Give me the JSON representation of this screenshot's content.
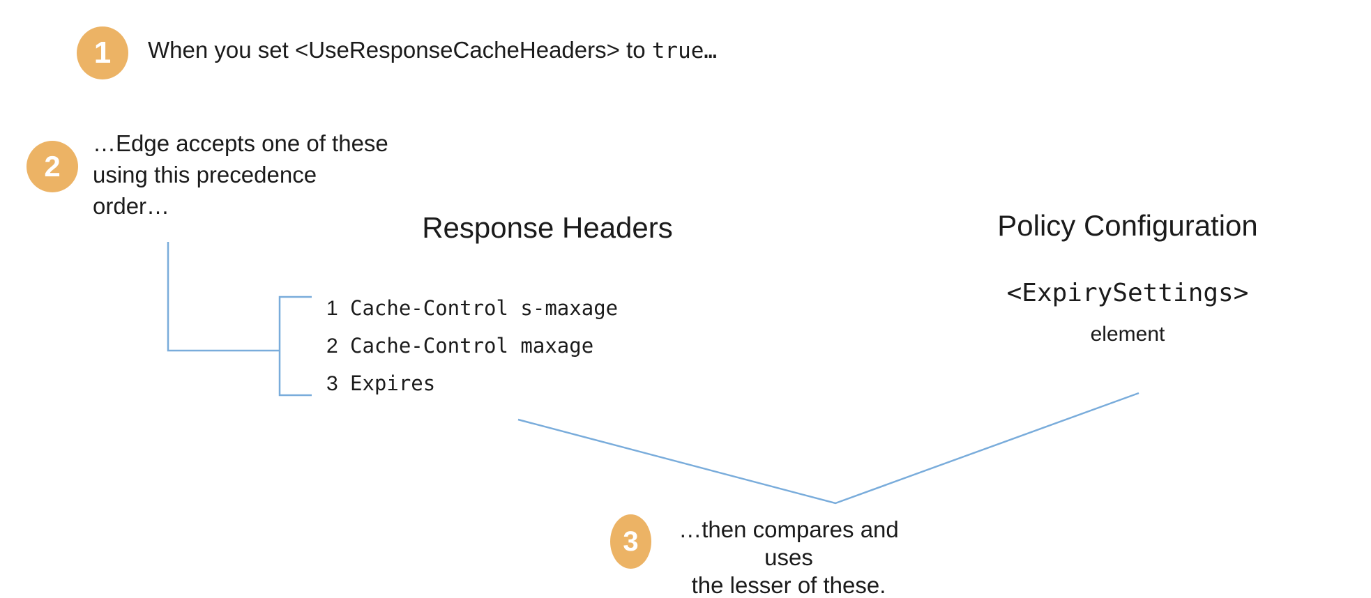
{
  "colors": {
    "badge_fill": "#ECB365",
    "badge_text": "#FFFFFF",
    "connector_line": "#79ACDB",
    "text": "#1B1B1B",
    "background": "#FFFFFF"
  },
  "steps": [
    {
      "number": "1",
      "text_prefix": "When you set <UseResponseCacheHeaders> to ",
      "text_code": "true…"
    },
    {
      "number": "2",
      "text": "…Edge accepts one of these\nusing this precedence\norder…"
    },
    {
      "number": "3",
      "text": "…then compares and uses\nthe lesser of these."
    }
  ],
  "columns": {
    "response_headers": {
      "title": "Response Headers",
      "items": [
        {
          "order": "1",
          "value": "Cache-Control s-maxage"
        },
        {
          "order": "2",
          "value": "Cache-Control maxage"
        },
        {
          "order": "3",
          "value": "Expires"
        }
      ]
    },
    "policy_configuration": {
      "title": "Policy Configuration",
      "code": "<ExpirySettings>",
      "label": "element"
    }
  }
}
